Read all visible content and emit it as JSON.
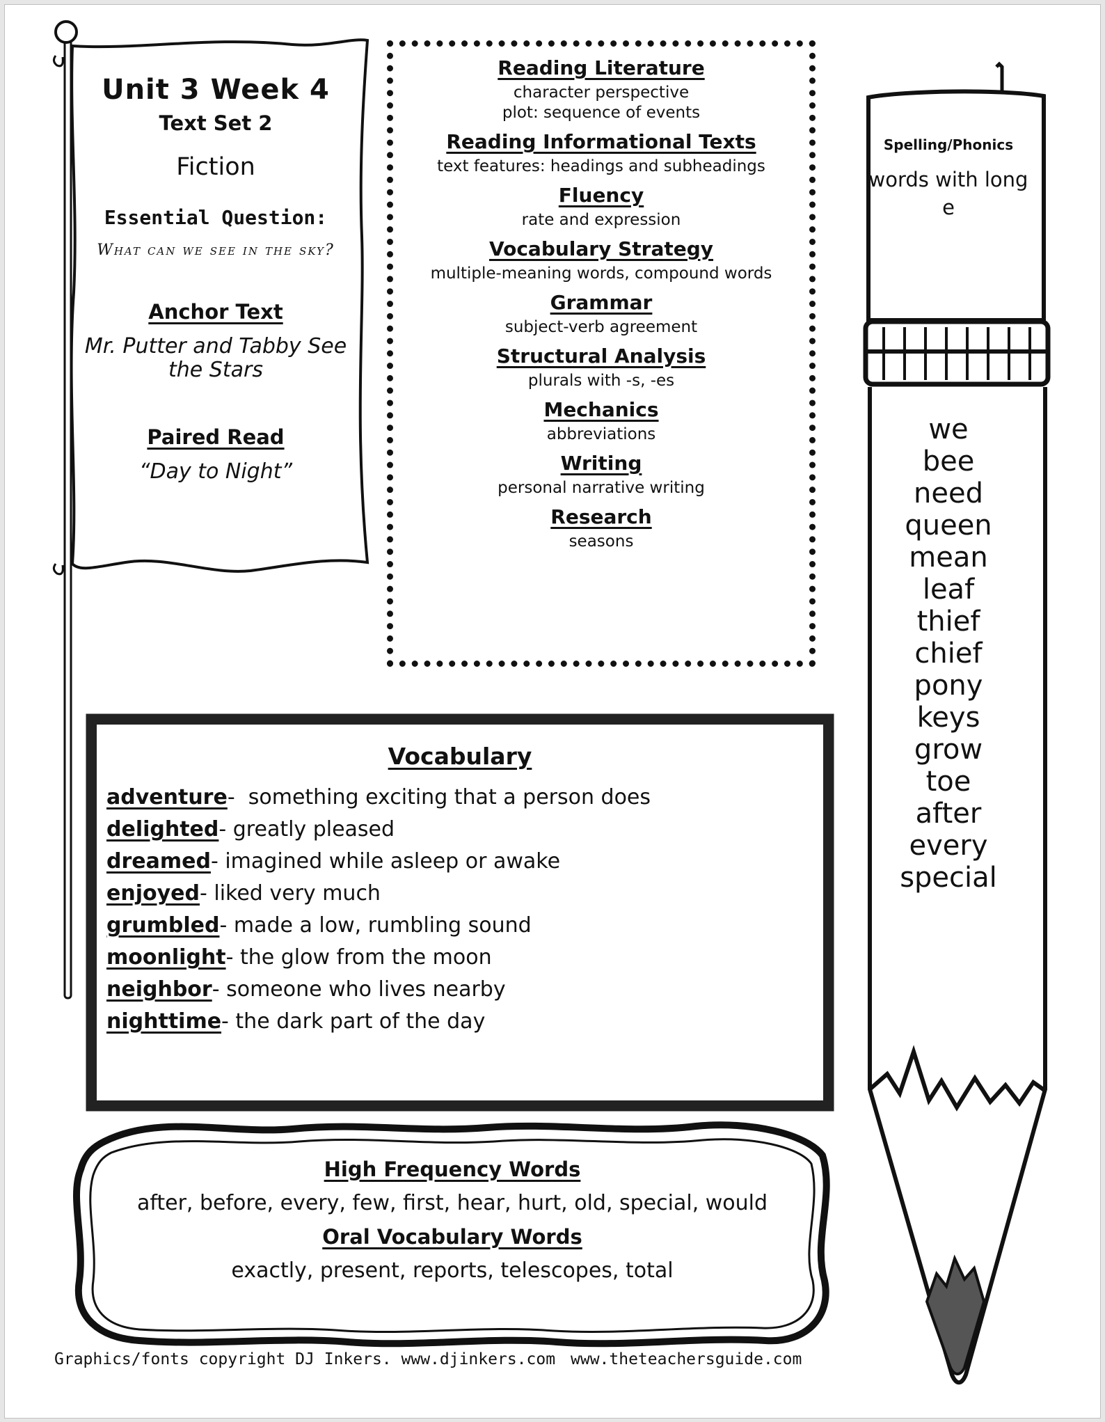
{
  "flag": {
    "title": "Unit 3 Week 4",
    "subtitle": "Text Set 2",
    "genre": "Fiction",
    "eq_heading": "Essential Question:",
    "eq_text": "What can we see in the sky?",
    "anchor_heading": "Anchor Text",
    "anchor_text": "Mr. Putter and Tabby See the Stars",
    "paired_heading": "Paired Read",
    "paired_text": "“Day to Night”"
  },
  "skills": [
    {
      "heading": "Reading Literature",
      "value": "character perspective\nplot: sequence of events"
    },
    {
      "heading": "Reading Informational Texts",
      "value": "text features: headings and subheadings"
    },
    {
      "heading": "Fluency",
      "value": "rate and expression"
    },
    {
      "heading": "Vocabulary Strategy",
      "value": "multiple-meaning words, compound words"
    },
    {
      "heading": "Grammar",
      "value": "subject-verb agreement"
    },
    {
      "heading": "Structural Analysis",
      "value": "plurals with -s, -es"
    },
    {
      "heading": "Mechanics",
      "value": "abbreviations"
    },
    {
      "heading": "Writing",
      "value": "personal narrative writing"
    },
    {
      "heading": "Research",
      "value": "seasons"
    }
  ],
  "vocabulary": {
    "title": "Vocabulary",
    "items": [
      {
        "word": "adventure",
        "sep": "-  ",
        "def": "something exciting that a person does"
      },
      {
        "word": "delighted",
        "sep": "- ",
        "def": "greatly pleased"
      },
      {
        "word": "dreamed",
        "sep": "- ",
        "def": "imagined while asleep or awake"
      },
      {
        "word": "enjoyed",
        "sep": "- ",
        "def": "liked very much"
      },
      {
        "word": "grumbled",
        "sep": "- ",
        "def": "made a low, rumbling sound"
      },
      {
        "word": "moonlight",
        "sep": "- ",
        "def": "the glow from the moon"
      },
      {
        "word": "neighbor",
        "sep": "- ",
        "def": "someone who lives nearby"
      },
      {
        "word": "nighttime",
        "sep": "- ",
        "def": "the dark part of the day"
      }
    ]
  },
  "high_frequency": {
    "heading": "High Frequency Words",
    "words": "after, before, every, few, first, hear, hurt, old, special, would",
    "oral_heading": "Oral Vocabulary Words",
    "oral_words": "exactly, present, reports, telescopes, total"
  },
  "spelling": {
    "label": "Spelling/Phonics",
    "pattern": "words with long e",
    "words": [
      "we",
      "bee",
      "need",
      "queen",
      "mean",
      "leaf",
      "thief",
      "chief",
      "pony",
      "keys",
      "grow",
      "toe",
      "after",
      "every",
      "special"
    ]
  },
  "footer": {
    "left": "Graphics/fonts copyright DJ Inkers. www.djinkers.com",
    "right": "www.theteachersguide.com"
  }
}
